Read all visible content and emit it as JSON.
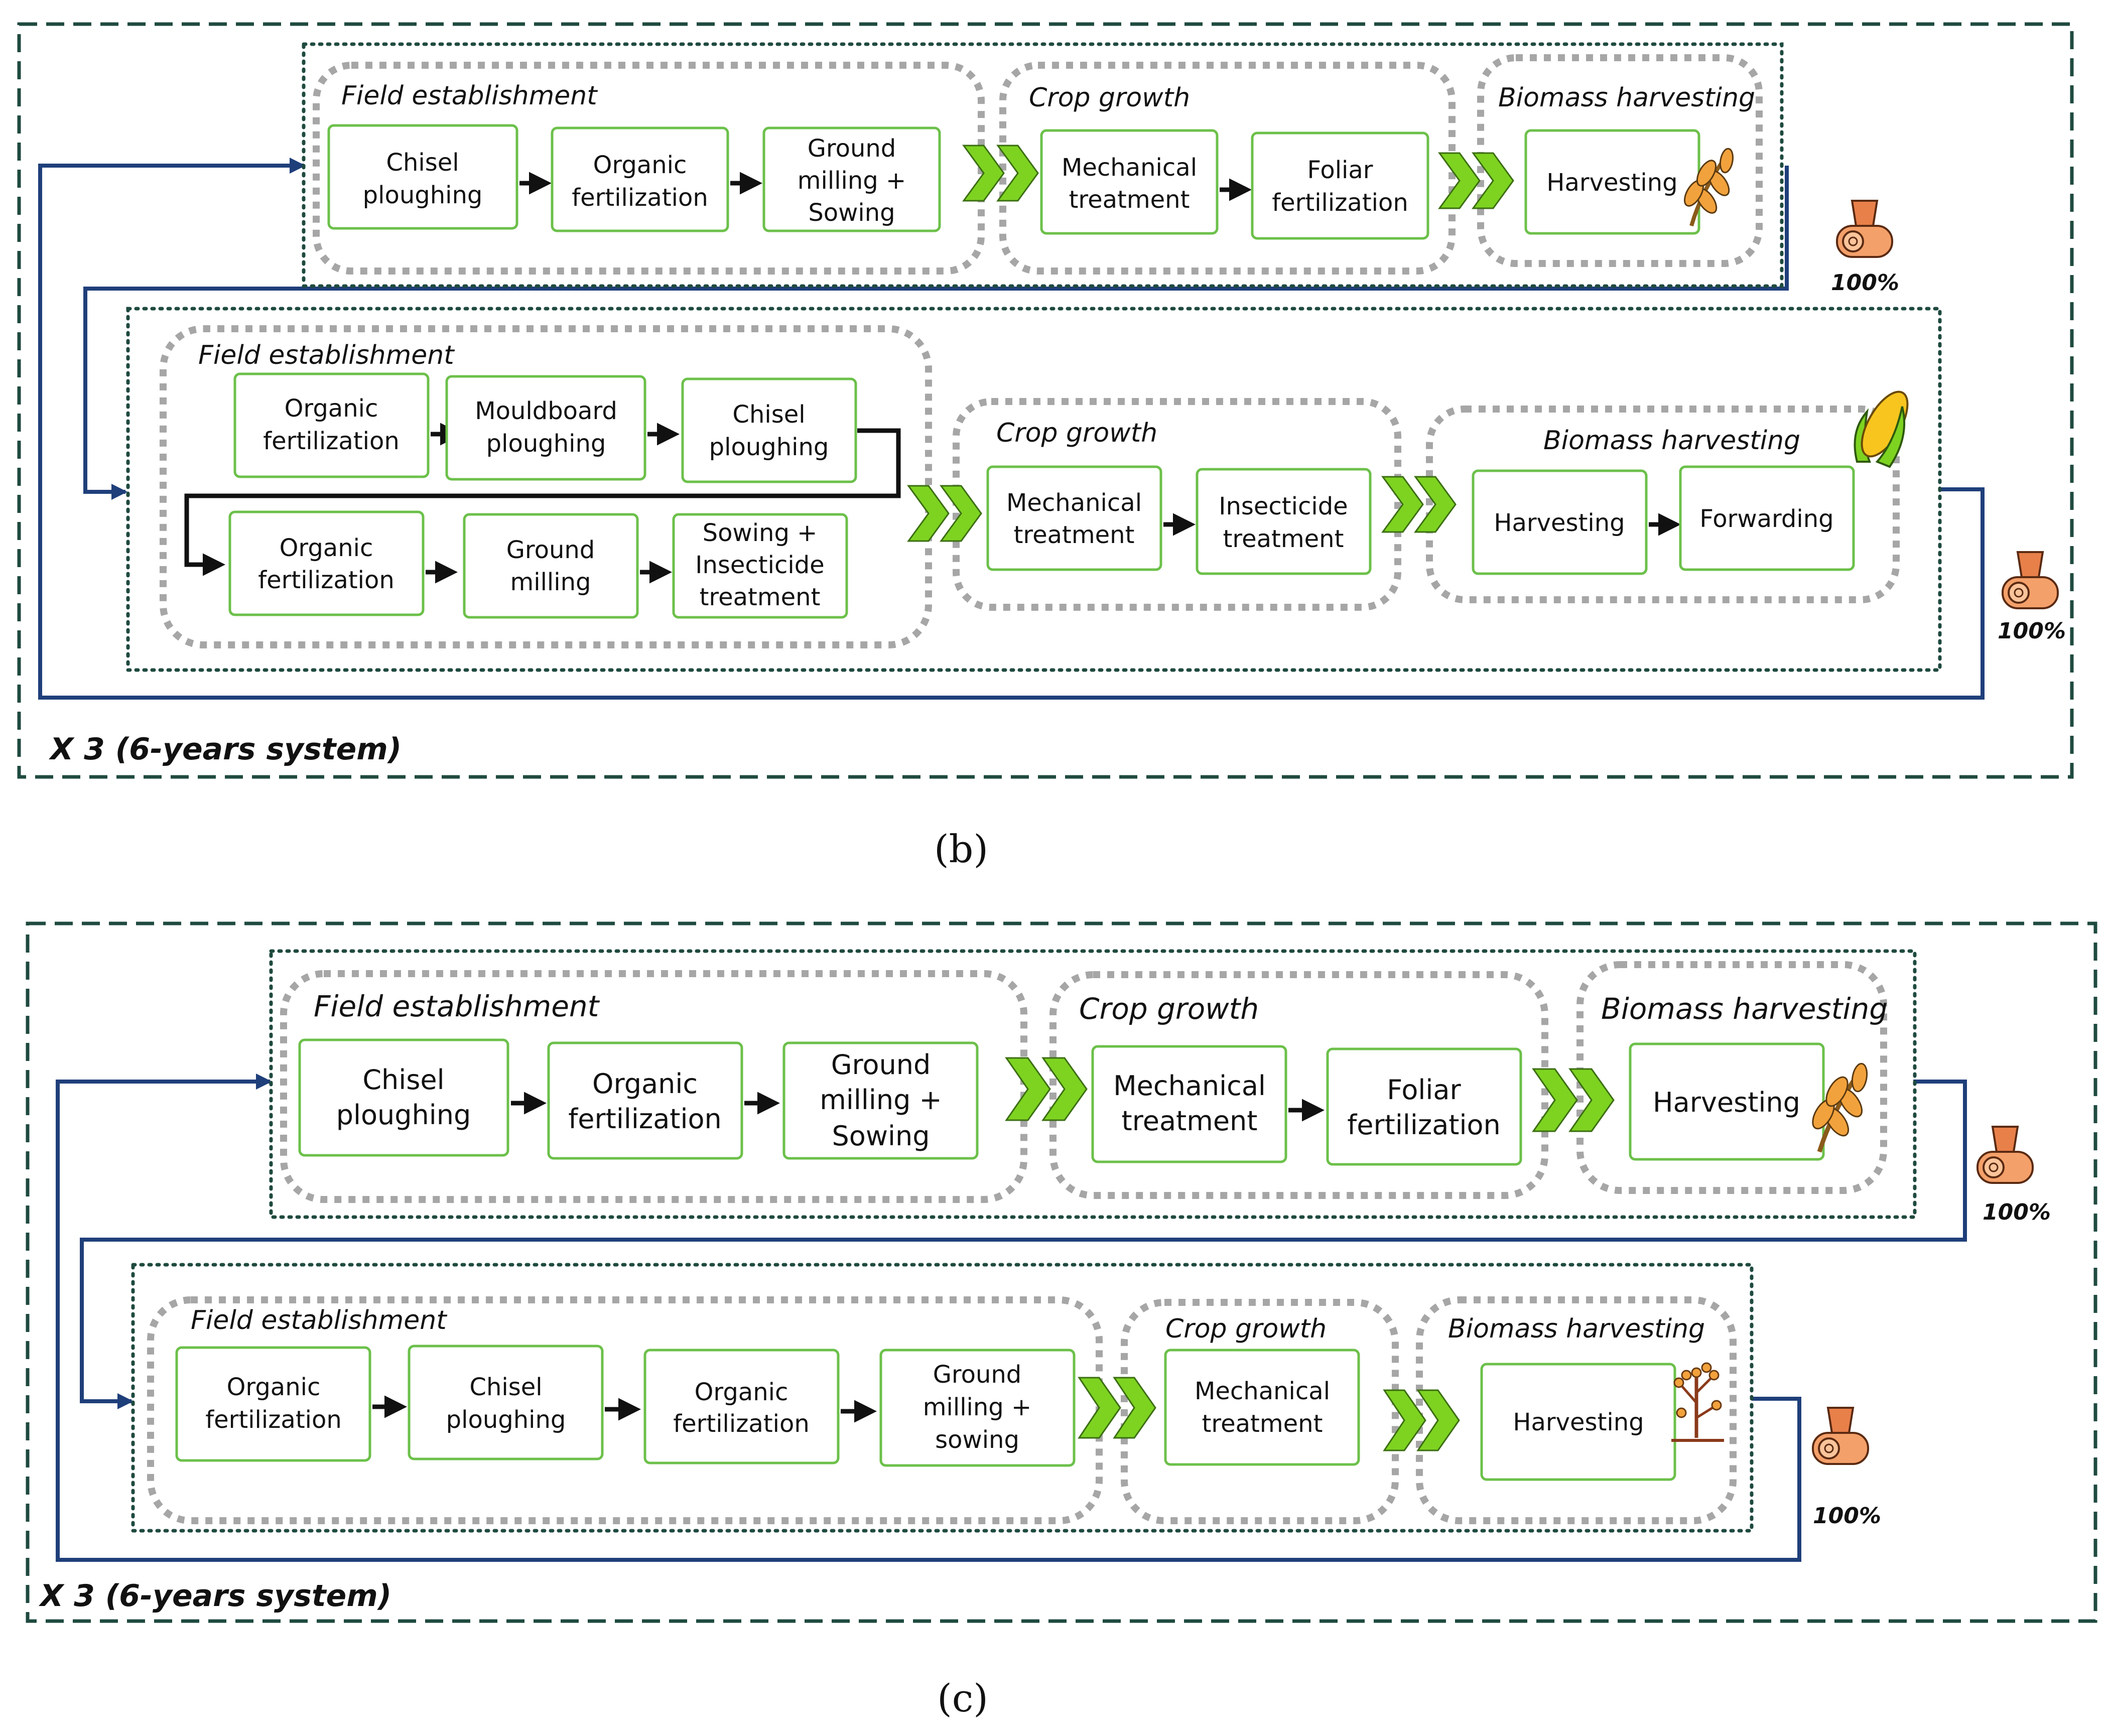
{
  "panels": {
    "b": {
      "label": "(b)",
      "cycle_label": "X 3 (6-years system)",
      "crop1": {
        "field_establishment": {
          "title": "Field establishment",
          "steps": [
            [
              "Chisel",
              "ploughing"
            ],
            [
              "Organic",
              "fertilization"
            ],
            [
              "Ground",
              "milling +",
              "Sowing"
            ]
          ]
        },
        "crop_growth": {
          "title": "Crop growth",
          "steps": [
            [
              "Mechanical",
              "treatment"
            ],
            [
              "Foliar",
              "fertilization"
            ]
          ]
        },
        "biomass_harvesting": {
          "title": "Biomass harvesting",
          "steps": [
            [
              "Harvesting"
            ]
          ],
          "icon": "wheat-icon"
        },
        "output_percent": "100%"
      },
      "crop2": {
        "field_establishment": {
          "title": "Field establishment",
          "steps_row1": [
            [
              "Organic",
              "fertilization"
            ],
            [
              "Mouldboard",
              "ploughing"
            ],
            [
              "Chisel",
              "ploughing"
            ]
          ],
          "steps_row2": [
            [
              "Organic",
              "fertilization"
            ],
            [
              "Ground",
              "milling"
            ],
            [
              "Sowing +",
              "Insecticide",
              "treatment"
            ]
          ]
        },
        "crop_growth": {
          "title": "Crop growth",
          "steps": [
            [
              "Mechanical",
              "treatment"
            ],
            [
              "Insecticide",
              "treatment"
            ]
          ]
        },
        "biomass_harvesting": {
          "title": "Biomass harvesting",
          "steps": [
            [
              "Harvesting"
            ],
            [
              "Forwarding"
            ]
          ],
          "icon": "corn-icon"
        },
        "output_percent": "100%"
      }
    },
    "c": {
      "label": "(c)",
      "cycle_label": "X 3 (6-years system)",
      "crop1": {
        "field_establishment": {
          "title": "Field establishment",
          "steps": [
            [
              "Chisel",
              "ploughing"
            ],
            [
              "Organic",
              "fertilization"
            ],
            [
              "Ground",
              "milling +",
              "Sowing"
            ]
          ]
        },
        "crop_growth": {
          "title": "Crop growth",
          "steps": [
            [
              "Mechanical",
              "treatment"
            ],
            [
              "Foliar",
              "fertilization"
            ]
          ]
        },
        "biomass_harvesting": {
          "title": "Biomass harvesting",
          "steps": [
            [
              "Harvesting"
            ]
          ],
          "icon": "wheat-icon"
        },
        "output_percent": "100%"
      },
      "crop2": {
        "field_establishment": {
          "title": "Field establishment",
          "steps": [
            [
              "Organic",
              "fertilization"
            ],
            [
              "Chisel",
              "ploughing"
            ],
            [
              "Organic",
              "fertilization"
            ],
            [
              "Ground",
              "milling +",
              "sowing"
            ]
          ]
        },
        "crop_growth": {
          "title": "Crop growth",
          "steps": [
            [
              "Mechanical",
              "treatment"
            ]
          ]
        },
        "biomass_harvesting": {
          "title": "Biomass harvesting",
          "steps": [
            [
              "Harvesting"
            ]
          ],
          "icon": "rapeseed-icon"
        },
        "output_percent": "100%"
      }
    }
  },
  "colors": {
    "outer_frame": "#1f4a3f",
    "inner_frame": "#1f4a3f",
    "group_frame": "#a6a6a6",
    "box_border": "#6cc04a",
    "chevron": "#7ed321",
    "loop_line": "#1f3f7a",
    "arrow": "#111111",
    "bale": "#e8804a"
  }
}
